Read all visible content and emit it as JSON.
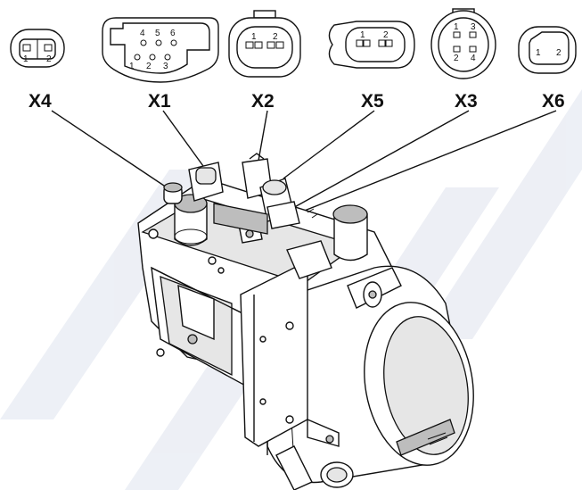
{
  "connectors": [
    {
      "id": "X4",
      "label": "X4",
      "pins": [
        "1",
        "2"
      ]
    },
    {
      "id": "X1",
      "label": "X1",
      "pins": [
        "4",
        "5",
        "6",
        "1",
        "2",
        "3"
      ]
    },
    {
      "id": "X2",
      "label": "X2",
      "pins": [
        "1",
        "2"
      ]
    },
    {
      "id": "X5",
      "label": "X5",
      "pins": [
        "1",
        "2"
      ]
    },
    {
      "id": "X3",
      "label": "X3",
      "pins": [
        "1",
        "3",
        "2",
        "4"
      ]
    },
    {
      "id": "X6",
      "label": "X6",
      "pins": [
        "1",
        "2"
      ]
    }
  ],
  "colors": {
    "line": "#111111",
    "watermark": "#dfe3ee",
    "background": "#ffffff"
  }
}
